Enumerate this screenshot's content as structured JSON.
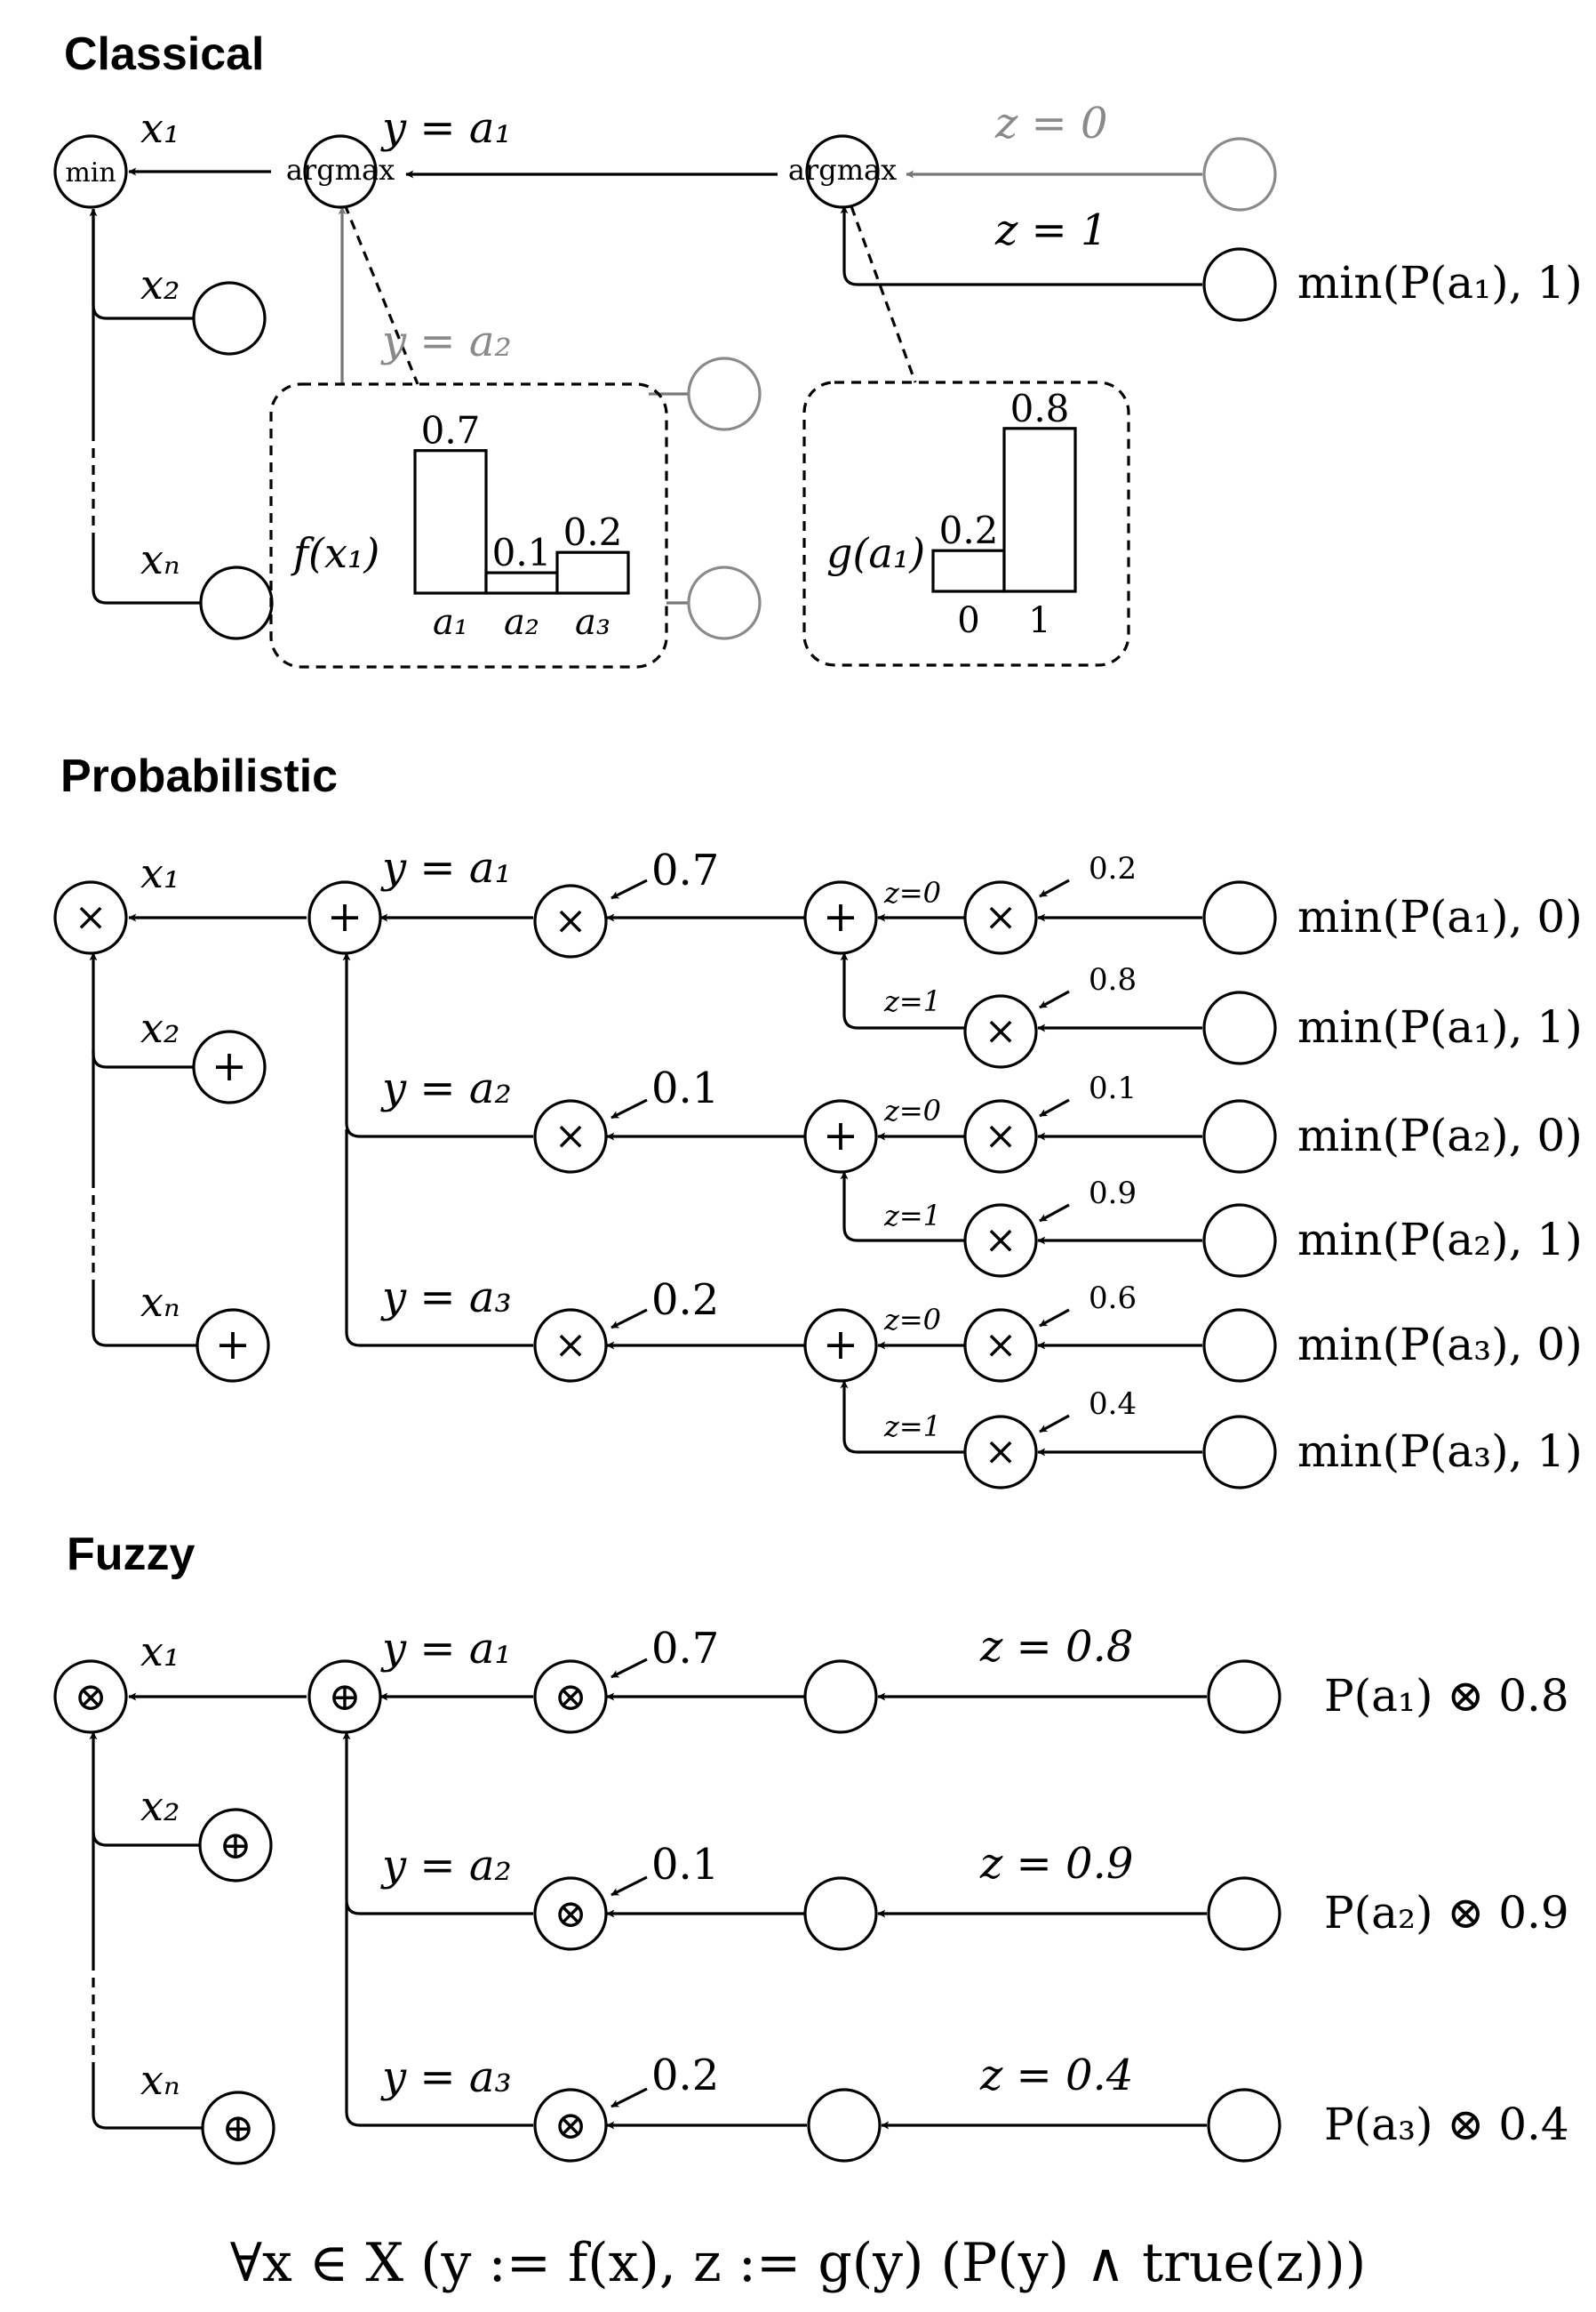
{
  "sections": {
    "classical": {
      "title": "Classical"
    },
    "probabilistic": {
      "title": "Probabilistic"
    },
    "fuzzy": {
      "title": "Fuzzy"
    }
  },
  "classical": {
    "min_label": "min",
    "argmax_label": "argmax",
    "x_labels": [
      "x₁",
      "x₂",
      "xₙ"
    ],
    "y_labels": [
      "y = a₁",
      "y = a₂"
    ],
    "z_labels": [
      "z = 0",
      "z = 1"
    ],
    "output": "min(P(a₁), 1)",
    "f_label": "f(x₁)",
    "g_label": "g(a₁)"
  },
  "probabilistic": {
    "x_labels": [
      "x₁",
      "x₂",
      "xₙ"
    ],
    "y_labels": [
      "y = a₁",
      "y = a₂",
      "y = a₃"
    ],
    "y_probs": [
      "0.7",
      "0.1",
      "0.2"
    ],
    "z_small_labels": [
      "z=0",
      "z=1",
      "z=0",
      "z=1",
      "z=0",
      "z=1"
    ],
    "z_probs": [
      "0.2",
      "0.8",
      "0.1",
      "0.9",
      "0.6",
      "0.4"
    ],
    "outputs": [
      "min(P(a₁), 0)",
      "min(P(a₁), 1)",
      "min(P(a₂), 0)",
      "min(P(a₂), 1)",
      "min(P(a₃), 0)",
      "min(P(a₃), 1)"
    ]
  },
  "fuzzy": {
    "x_labels": [
      "x₁",
      "x₂",
      "xₙ"
    ],
    "y_labels": [
      "y = a₁",
      "y = a₂",
      "y = a₃"
    ],
    "y_probs": [
      "0.7",
      "0.1",
      "0.2"
    ],
    "z_labels": [
      "z = 0.8",
      "z = 0.9",
      "z = 0.4"
    ],
    "outputs": [
      "P(a₁) ⊗ 0.8",
      "P(a₂) ⊗ 0.9",
      "P(a₃) ⊗ 0.4"
    ]
  },
  "operators": {
    "times": "×",
    "plus": "+",
    "otimes": "⊗",
    "oplus": "⊕"
  },
  "formula": "∀x ∈ X (y := f(x), z := g(y) (P(y) ∧ true(z)))",
  "chart_data": [
    {
      "type": "bar",
      "categories": [
        "a₁",
        "a₂",
        "a₃"
      ],
      "values": [
        0.7,
        0.1,
        0.2
      ],
      "labels": [
        "0.7",
        "0.1",
        "0.2"
      ],
      "ylabel": "f(x₁)"
    },
    {
      "type": "bar",
      "categories": [
        "0",
        "1"
      ],
      "values": [
        0.2,
        0.8
      ],
      "labels": [
        "0.2",
        "0.8"
      ],
      "ylabel": "g(a₁)"
    }
  ]
}
